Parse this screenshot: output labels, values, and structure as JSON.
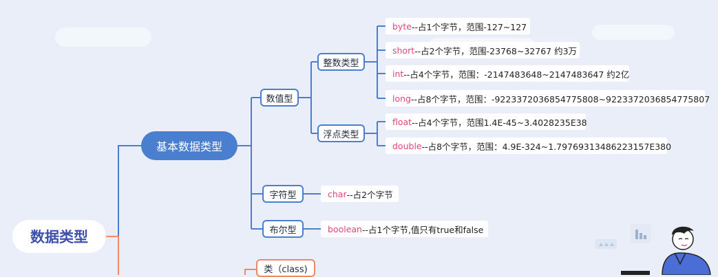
{
  "colors": {
    "background": "#e9eef8",
    "blue_line": "#4a7fd0",
    "orange_line": "#ee8865",
    "keyword": "#e0457b",
    "root_text": "#3f4fb0"
  },
  "root": {
    "label": "数据类型"
  },
  "basic": {
    "label": "基本数据类型"
  },
  "numeric": {
    "label": "数值型"
  },
  "integer": {
    "label": "整数类型"
  },
  "floating": {
    "label": "浮点类型"
  },
  "character": {
    "label": "字符型"
  },
  "boolean_type": {
    "label": "布尔型"
  },
  "class_node": {
    "label": "类（class)"
  },
  "leaves": {
    "byte": {
      "keyword": "byte",
      "text": "--占1个字节，范围-127~127"
    },
    "short": {
      "keyword": "short",
      "text": "--占2个字节，范围-23768~32767 约3万"
    },
    "int": {
      "keyword": "int",
      "text": "--占4个字节，范围：-2147483648~2147483647 约2亿"
    },
    "long": {
      "keyword": "long",
      "text": "--占8个字节，范围：-9223372036854775808~9223372036854775807"
    },
    "float": {
      "keyword": "float",
      "text": "--占4个字节，范围1.4E-45~3.4028235E38"
    },
    "double": {
      "keyword": "double",
      "text": "--占8个字节，范围：4.9E-324~1.79769313486223157E380"
    },
    "char": {
      "keyword": "char",
      "text": "--占2个字节"
    },
    "boolean": {
      "keyword": "boolean",
      "text": "--占1个字节,值只有true和false"
    }
  },
  "icons": [
    "cloud-decoration",
    "bar-chart-icon",
    "person-illustration",
    "slider-card-icon"
  ]
}
